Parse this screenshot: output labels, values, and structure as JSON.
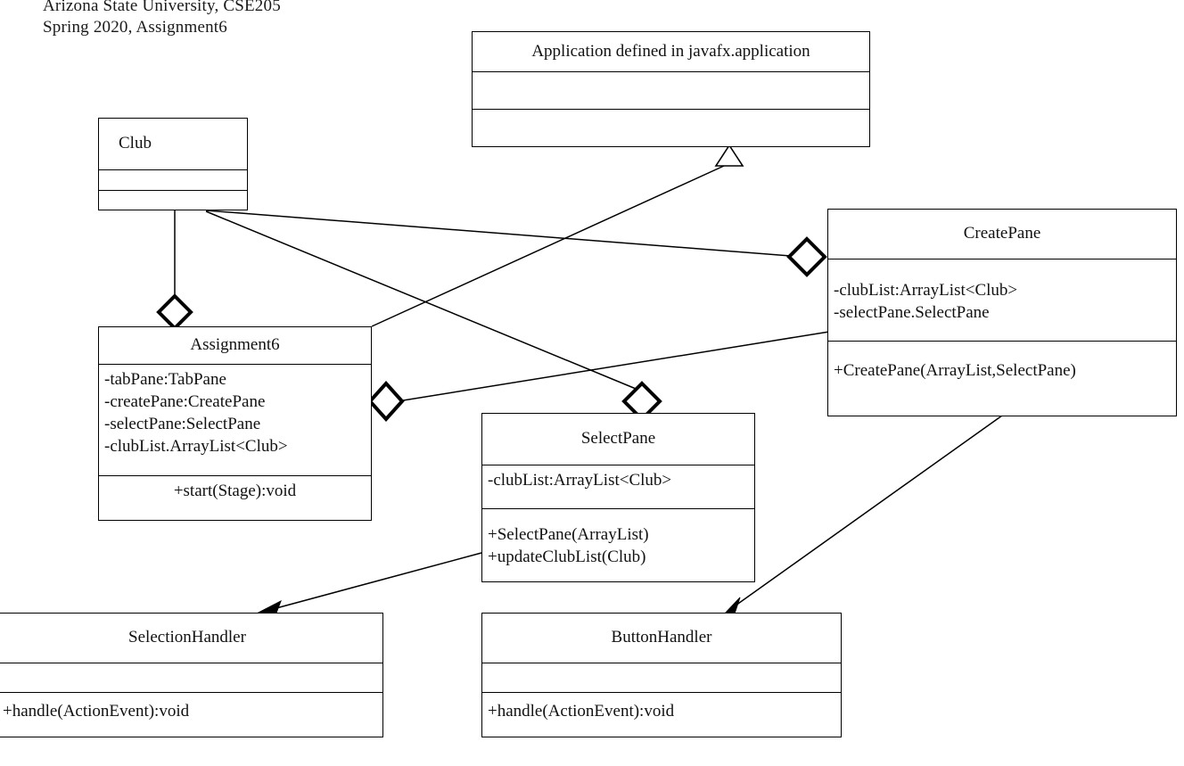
{
  "header": {
    "line1": "Arizona  State  University,  CSE205",
    "line2": "Spring  2020, Assignment6"
  },
  "classes": [
    {
      "key": "application",
      "name": "Application  defined  in javafx.application",
      "attributes": [],
      "methods": []
    },
    {
      "key": "club",
      "name": "Club",
      "attributes": [],
      "methods": []
    },
    {
      "key": "assignment6",
      "name": "Assignment6",
      "attributes": [
        "-tabPane:TabPane",
        "-createPane:CreatePane",
        "-selectPane:SelectPane",
        "-clubList.ArrayList<Club>"
      ],
      "methods": [
        "+start(Stage):void"
      ]
    },
    {
      "key": "createpane",
      "name": "CreatePane",
      "attributes": [
        "-clubList:ArrayList<Club>",
        "-selectPane.SelectPane"
      ],
      "methods": [
        "+CreatePane(ArrayList,SelectPane)"
      ]
    },
    {
      "key": "selectpane",
      "name": "SelectPane",
      "attributes": [
        "-clubList:ArrayList<Club>"
      ],
      "methods": [
        "+SelectPane(ArrayList)",
        "+updateClubList(Club)"
      ]
    },
    {
      "key": "selectionhandler",
      "name": "SelectionHandler",
      "attributes": [],
      "methods": [
        "+handle(ActionEvent):void"
      ]
    },
    {
      "key": "buttonhandler",
      "name": "ButtonHandler",
      "attributes": [],
      "methods": [
        "+handle(ActionEvent):void"
      ]
    }
  ],
  "relationships": [
    {
      "kind": "aggregation",
      "from": "club",
      "to": "assignment6",
      "marker": "hollow-diamond"
    },
    {
      "kind": "aggregation",
      "from": "club",
      "to": "createpane",
      "marker": "hollow-diamond"
    },
    {
      "kind": "aggregation",
      "from": "club",
      "to": "selectpane",
      "marker": "hollow-diamond"
    },
    {
      "kind": "aggregation",
      "from": "createpane",
      "to": "assignment6",
      "marker": "hollow-diamond"
    },
    {
      "kind": "generalization",
      "from": "assignment6",
      "to": "application",
      "marker": "hollow-triangle"
    },
    {
      "kind": "association",
      "from": "selectpane",
      "to": "selectionhandler",
      "marker": "open-arrow"
    },
    {
      "kind": "association",
      "from": "createpane",
      "to": "buttonhandler",
      "marker": "open-arrow"
    }
  ],
  "style": {
    "line_color": "#000000",
    "background": "#ffffff",
    "text_color": "#111111"
  }
}
